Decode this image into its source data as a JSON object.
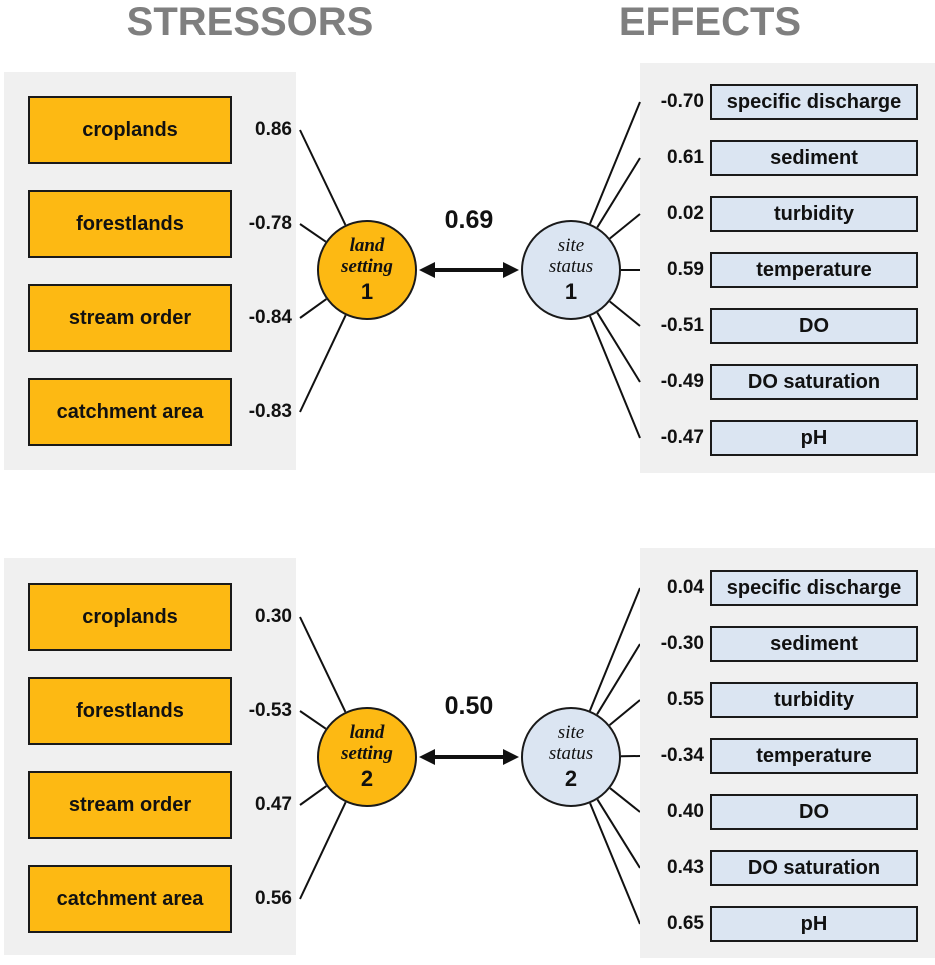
{
  "headers": {
    "stressors": "STRESSORS",
    "effects": "EFFECTS"
  },
  "colors": {
    "stressor": "#fdb913",
    "effect": "#dbe5f2",
    "panel": "#f0f0f0",
    "header": "#7f7f7f"
  },
  "models": [
    {
      "correlation": "0.69",
      "land_node": {
        "line1": "land",
        "line2": "setting",
        "number": "1"
      },
      "site_node": {
        "line1": "site",
        "line2": "status",
        "number": "1"
      },
      "stressors": [
        {
          "label": "croplands",
          "loading": "0.86"
        },
        {
          "label": "forestlands",
          "loading": "-0.78"
        },
        {
          "label": "stream order",
          "loading": "-0.84"
        },
        {
          "label": "catchment area",
          "loading": "-0.83"
        }
      ],
      "effects": [
        {
          "label": "specific discharge",
          "loading": "-0.70"
        },
        {
          "label": "sediment",
          "loading": "0.61"
        },
        {
          "label": "turbidity",
          "loading": "0.02"
        },
        {
          "label": "temperature",
          "loading": "0.59"
        },
        {
          "label": "DO",
          "loading": "-0.51"
        },
        {
          "label": "DO saturation",
          "loading": "-0.49"
        },
        {
          "label": "pH",
          "loading": "-0.47"
        }
      ]
    },
    {
      "correlation": "0.50",
      "land_node": {
        "line1": "land",
        "line2": "setting",
        "number": "2"
      },
      "site_node": {
        "line1": "site",
        "line2": "status",
        "number": "2"
      },
      "stressors": [
        {
          "label": "croplands",
          "loading": "0.30"
        },
        {
          "label": "forestlands",
          "loading": "-0.53"
        },
        {
          "label": "stream order",
          "loading": "0.47"
        },
        {
          "label": "catchment area",
          "loading": "0.56"
        }
      ],
      "effects": [
        {
          "label": "specific discharge",
          "loading": "0.04"
        },
        {
          "label": "sediment",
          "loading": "-0.30"
        },
        {
          "label": "turbidity",
          "loading": "0.55"
        },
        {
          "label": "temperature",
          "loading": "-0.34"
        },
        {
          "label": "DO",
          "loading": "0.40"
        },
        {
          "label": "DO saturation",
          "loading": "0.43"
        },
        {
          "label": "pH",
          "loading": "0.65"
        }
      ]
    }
  ]
}
